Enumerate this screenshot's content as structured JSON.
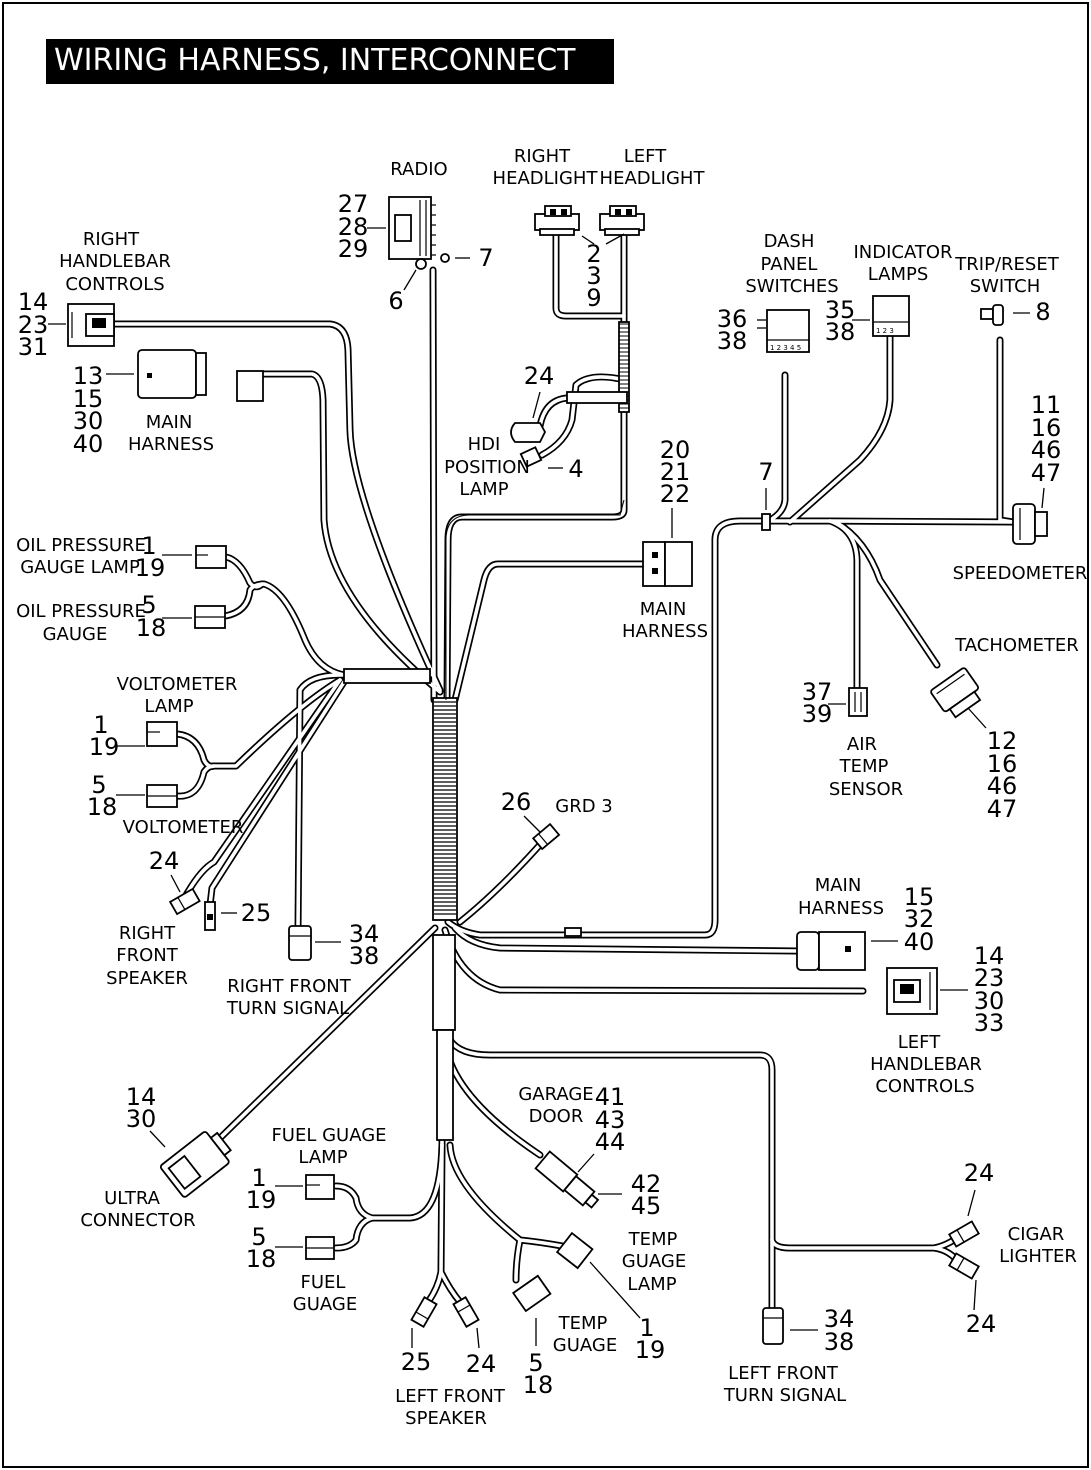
{
  "title": "WIRING HARNESS, INTERCONNECT",
  "labels": {
    "radio": "RADIO",
    "right_headlight": [
      "RIGHT",
      "HEADLIGHT"
    ],
    "left_headlight": [
      "LEFT",
      "HEADLIGHT"
    ],
    "right_handlebar_controls": [
      "RIGHT",
      "HANDLEBAR",
      "CONTROLS"
    ],
    "main_harness_top": [
      "MAIN",
      "HARNESS"
    ],
    "hdi_position_lamp": [
      "HDI",
      "POSITION",
      "LAMP"
    ],
    "dash_panel_switches": [
      "DASH",
      "PANEL",
      "SWITCHES"
    ],
    "indicator_lamps": [
      "INDICATOR",
      "LAMPS"
    ],
    "trip_reset_switch": [
      "TRIP/RESET",
      "SWITCH"
    ],
    "speedometer": "SPEEDOMETER",
    "oil_pressure_gauge_lamp": [
      "OIL PRESSURE",
      "GAUGE LAMP"
    ],
    "oil_pressure_gauge": [
      "OIL PRESSURE",
      "GAUGE"
    ],
    "main_harness_mid": [
      "MAIN",
      "HARNESS"
    ],
    "tachometer": "TACHOMETER",
    "voltometer_lamp": [
      "VOLTOMETER",
      "LAMP"
    ],
    "voltometer": "VOLTOMETER",
    "air_temp_sensor": [
      "AIR",
      "TEMP",
      "SENSOR"
    ],
    "grd3": "GRD 3",
    "right_front_speaker": [
      "RIGHT",
      "FRONT",
      "SPEAKER"
    ],
    "right_front_turn_signal": [
      "RIGHT FRONT",
      "TURN SIGNAL"
    ],
    "main_harness_low": [
      "MAIN",
      "HARNESS"
    ],
    "left_handlebar_controls": [
      "LEFT",
      "HANDLEBAR",
      "CONTROLS"
    ],
    "garage_door": [
      "GARAGE",
      "DOOR"
    ],
    "fuel_guage_lamp": [
      "FUEL GUAGE",
      "LAMP"
    ],
    "ultra_connector": [
      "ULTRA",
      "CONNECTOR"
    ],
    "fuel_guage": [
      "FUEL",
      "GUAGE"
    ],
    "temp_guage_lamp": [
      "TEMP",
      "GUAGE",
      "LAMP"
    ],
    "temp_guage": [
      "TEMP",
      "GUAGE"
    ],
    "cigar_lighter": [
      "CIGAR",
      "LIGHTER"
    ],
    "left_front_speaker": [
      "LEFT FRONT",
      "SPEAKER"
    ],
    "left_front_turn_signal": [
      "LEFT FRONT",
      "TURN SIGNAL"
    ]
  },
  "callouts": {
    "radio": [
      "27",
      "28",
      "29"
    ],
    "radio_nut": [
      "7"
    ],
    "radio_screw": [
      "6"
    ],
    "headlights": [
      "2",
      "3",
      "9"
    ],
    "right_handlebar": [
      "14",
      "23",
      "31"
    ],
    "main_harness_top": [
      "13",
      "15",
      "30",
      "40"
    ],
    "hdi_clip": [
      "24"
    ],
    "hdi_lamp": [
      "4"
    ],
    "dash_switches": [
      "36",
      "38"
    ],
    "indicator_lamps": [
      "35",
      "38"
    ],
    "trip_reset": [
      "8"
    ],
    "speedometer": [
      "11",
      "16",
      "46",
      "47"
    ],
    "dash_clip": [
      "7"
    ],
    "main_harness_mid": [
      "20",
      "21",
      "22"
    ],
    "oil_lamp": [
      "1",
      "19"
    ],
    "oil_gauge": [
      "5",
      "18"
    ],
    "volt_lamp": [
      "1",
      "19"
    ],
    "volt_gauge": [
      "5",
      "18"
    ],
    "air_temp": [
      "37",
      "39"
    ],
    "tachometer": [
      "12",
      "16",
      "46",
      "47"
    ],
    "grd3": [
      "26"
    ],
    "rf_speaker_a": [
      "24"
    ],
    "rf_speaker_b": [
      "25"
    ],
    "rf_turn": [
      "34",
      "38"
    ],
    "main_harness_low": [
      "15",
      "32",
      "40"
    ],
    "left_handlebar": [
      "14",
      "23",
      "30",
      "33"
    ],
    "ultra": [
      "14",
      "30"
    ],
    "garage": [
      "41",
      "43",
      "44"
    ],
    "garage_conn": [
      "42",
      "45"
    ],
    "fuel_lamp": [
      "1",
      "19"
    ],
    "fuel_gauge": [
      "5",
      "18"
    ],
    "temp_lamp": [
      "1",
      "19"
    ],
    "temp_gauge": [
      "5",
      "18"
    ],
    "cigar_top": [
      "24"
    ],
    "cigar_bottom": [
      "24"
    ],
    "lf_speaker_a": [
      "25"
    ],
    "lf_speaker_b": [
      "24"
    ],
    "lf_turn": [
      "34",
      "38"
    ]
  }
}
